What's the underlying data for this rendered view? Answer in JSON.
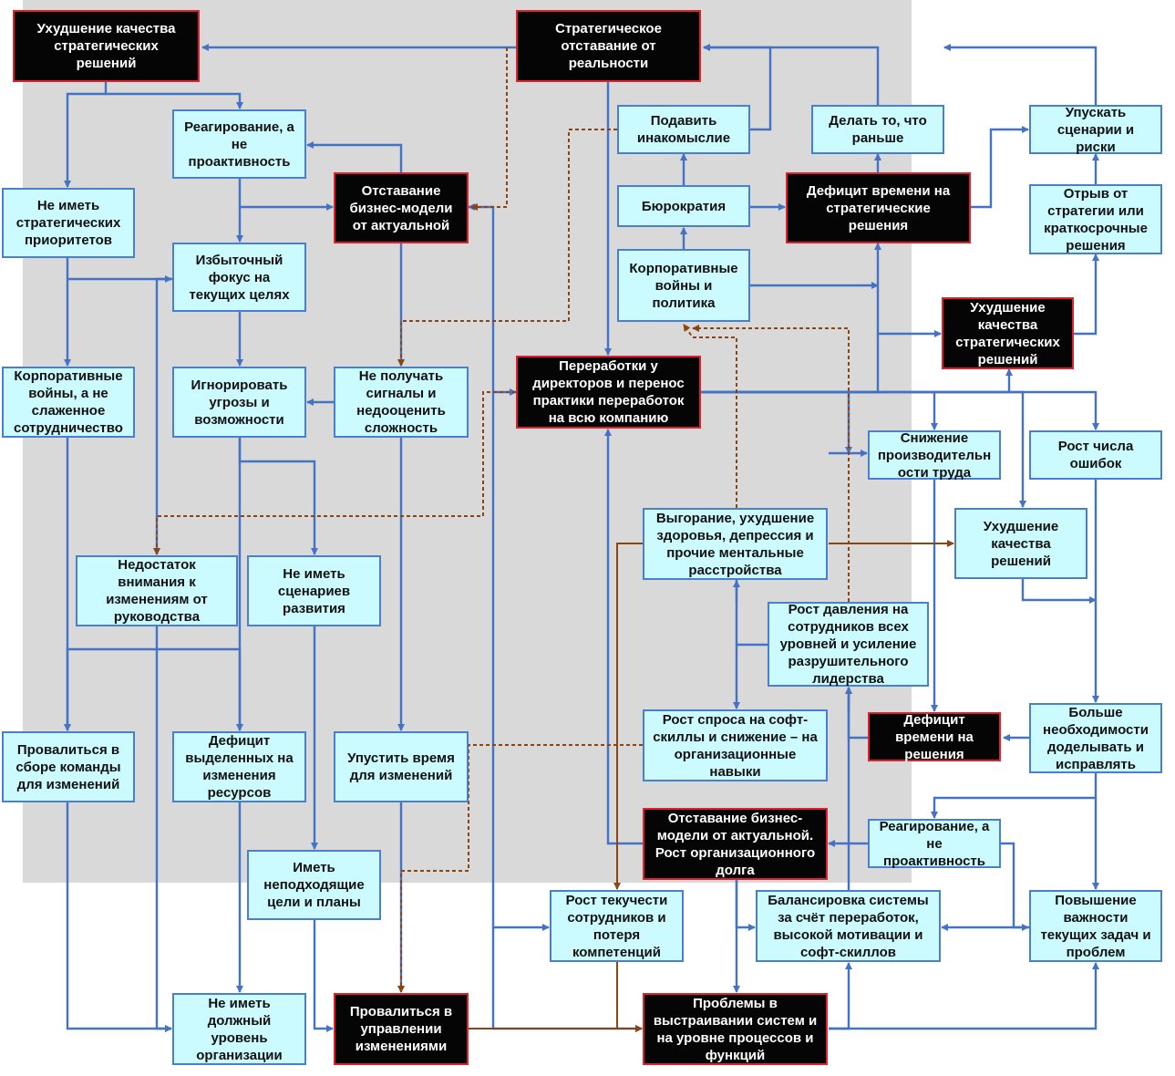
{
  "diagram": {
    "colors": {
      "light_fill": "#ccfbff",
      "light_border": "#4a7fce",
      "dark_fill": "#050505",
      "dark_border": "#e0202a",
      "arrow_blue": "#4472c4",
      "arrow_brown": "#8b4513"
    },
    "nodes": [
      {
        "id": "n1",
        "style": "dark",
        "text": "Ухудшение качества\nстратегических\nрешений"
      },
      {
        "id": "n2",
        "style": "light",
        "text": "Реагирование, а\nне\nпроактивность"
      },
      {
        "id": "n3",
        "style": "dark",
        "text": "Отставание\nбизнес-модели\nот актуальной"
      },
      {
        "id": "n4",
        "style": "light",
        "text": "Не иметь\nстратегических\nприоритетов"
      },
      {
        "id": "n5",
        "style": "light",
        "text": "Избыточный\nфокус на\nтекущих целях"
      },
      {
        "id": "n6",
        "style": "light",
        "text": "Корпоративные\nвойны, а не\nслаженное\nсотрудничество"
      },
      {
        "id": "n7",
        "style": "light",
        "text": "Игнорировать\nугрозы и\nвозможности"
      },
      {
        "id": "n8",
        "style": "light",
        "text": "Не получать\nсигналы и\nнедооценить\nсложность"
      },
      {
        "id": "n9",
        "style": "light",
        "text": "Недостаток\nвнимания к\nизменениям от\nруководства"
      },
      {
        "id": "n10",
        "style": "light",
        "text": "Не иметь\nсценариев\nразвития"
      },
      {
        "id": "n11",
        "style": "light",
        "text": "Провалиться в\nсборе команды\nдля изменений"
      },
      {
        "id": "n12",
        "style": "light",
        "text": "Дефицит\nвыделенных на\nизменения\nресурсов"
      },
      {
        "id": "n13",
        "style": "light",
        "text": "Упустить время\nдля изменений"
      },
      {
        "id": "n14",
        "style": "light",
        "text": "Иметь\nнеподходящие\nцели и планы"
      },
      {
        "id": "n15",
        "style": "light",
        "text": "Не иметь\nдолжный\nуровень\nорганизации"
      },
      {
        "id": "n16",
        "style": "dark",
        "text": "Провалиться в\nуправлении\nизменениями"
      },
      {
        "id": "n17",
        "style": "dark",
        "text": "Стратегическое\nотставание от\nреальности"
      },
      {
        "id": "n18",
        "style": "light",
        "text": "Подавить\nинакомыслие"
      },
      {
        "id": "n19",
        "style": "light",
        "text": "Бюрократия"
      },
      {
        "id": "n20",
        "style": "light",
        "text": "Корпоративные\nвойны и\nполитика"
      },
      {
        "id": "n21",
        "style": "dark",
        "text": "Переработки у\nдиректоров и перенос\nпрактики переработок\nна всю компанию"
      },
      {
        "id": "n22",
        "style": "light",
        "text": "Делать то, что\nраньше"
      },
      {
        "id": "n23",
        "style": "dark",
        "text": "Дефицит времени на\nстратегические\nрешения"
      },
      {
        "id": "n24",
        "style": "light",
        "text": "Упускать\nсценарии и\nриски"
      },
      {
        "id": "n25",
        "style": "light",
        "text": "Отрыв от\nстратегии или\nкраткосрочные\nрешения"
      },
      {
        "id": "n26",
        "style": "dark",
        "text": "Ухудшение\nкачества\nстратегических\nрешений"
      },
      {
        "id": "n27",
        "style": "light",
        "text": "Снижение\nпроизводительн\nости труда"
      },
      {
        "id": "n28",
        "style": "light",
        "text": "Рост числа\nошибок"
      },
      {
        "id": "n29",
        "style": "light",
        "text": "Выгорание, ухудшение\nздоровья, депрессия и\nпрочие ментальные\nрасстройства"
      },
      {
        "id": "n30",
        "style": "light",
        "text": "Ухудшение\nкачества\nрешений"
      },
      {
        "id": "n31",
        "style": "light",
        "text": "Рост давления на\nсотрудников всех\nуровней и усиление\nразрушительного\nлидерства"
      },
      {
        "id": "n32",
        "style": "light",
        "text": "Рост спроса на софт-\nскиллы и снижение – на\nорганизационные\nнавыки"
      },
      {
        "id": "n33",
        "style": "dark",
        "text": "Дефицит\nвремени на\nрешения"
      },
      {
        "id": "n34",
        "style": "light",
        "text": "Больше\nнеобходимости\nдоделывать и\nисправлять"
      },
      {
        "id": "n35",
        "style": "dark",
        "text": "Отставание бизнес-\nмодели от актуальной.\nРост организационного\nдолга"
      },
      {
        "id": "n36",
        "style": "light",
        "text": "Реагирование, а\nне\nпроактивность"
      },
      {
        "id": "n37",
        "style": "light",
        "text": "Рост текучести\nсотрудников и\nпотеря\nкомпетенций"
      },
      {
        "id": "n38",
        "style": "light",
        "text": "Балансировка системы\nза счёт переработок,\nвысокой мотивации и\nсофт-скиллов"
      },
      {
        "id": "n39",
        "style": "light",
        "text": "Повышение\nважности\nтекущих задач и\nпроблем"
      },
      {
        "id": "n40",
        "style": "dark",
        "text": "Проблемы в\nвыстраивании систем и\nна уровне процессов и\nфункций"
      }
    ]
  }
}
